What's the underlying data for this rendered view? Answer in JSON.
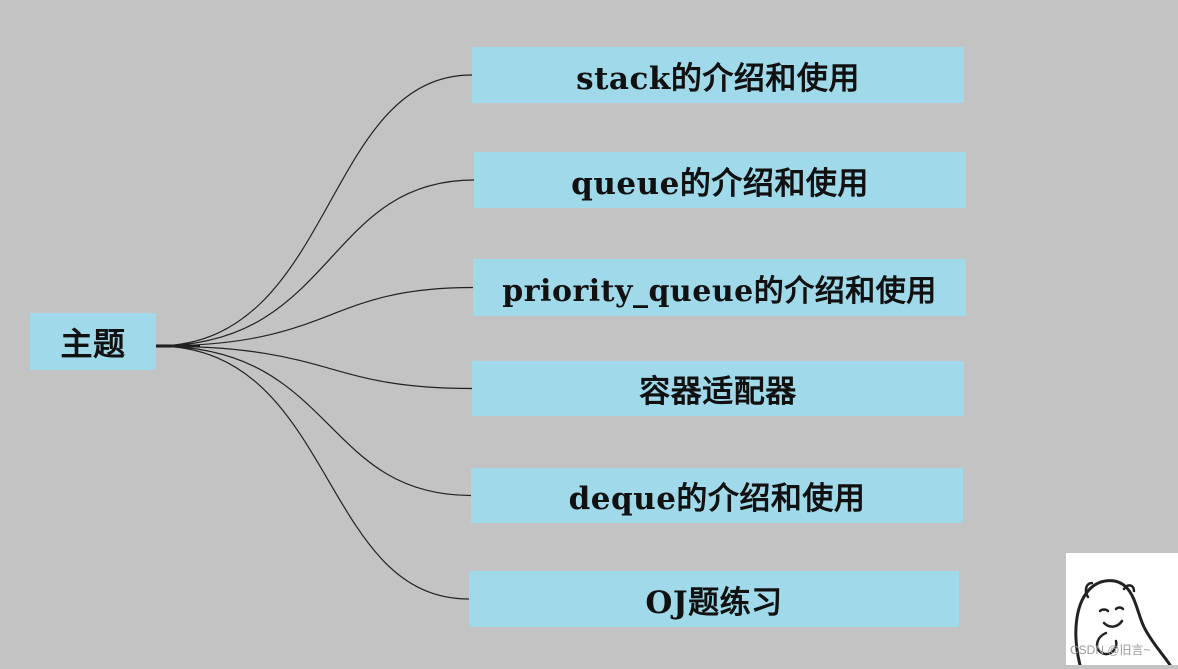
{
  "root": {
    "label": "主题"
  },
  "branches": [
    {
      "label": "stack的介绍和使用"
    },
    {
      "label": "queue的介绍和使用"
    },
    {
      "label": "priority_queue的介绍和使用"
    },
    {
      "label": "容器适配器"
    },
    {
      "label": "deque的介绍和使用"
    },
    {
      "label": "OJ题练习"
    }
  ],
  "colors": {
    "background": "#c3c3c3",
    "node_fill": "#9fd9ea",
    "connector": "#222222"
  },
  "watermark": {
    "text": "CSDN @旧言~"
  }
}
